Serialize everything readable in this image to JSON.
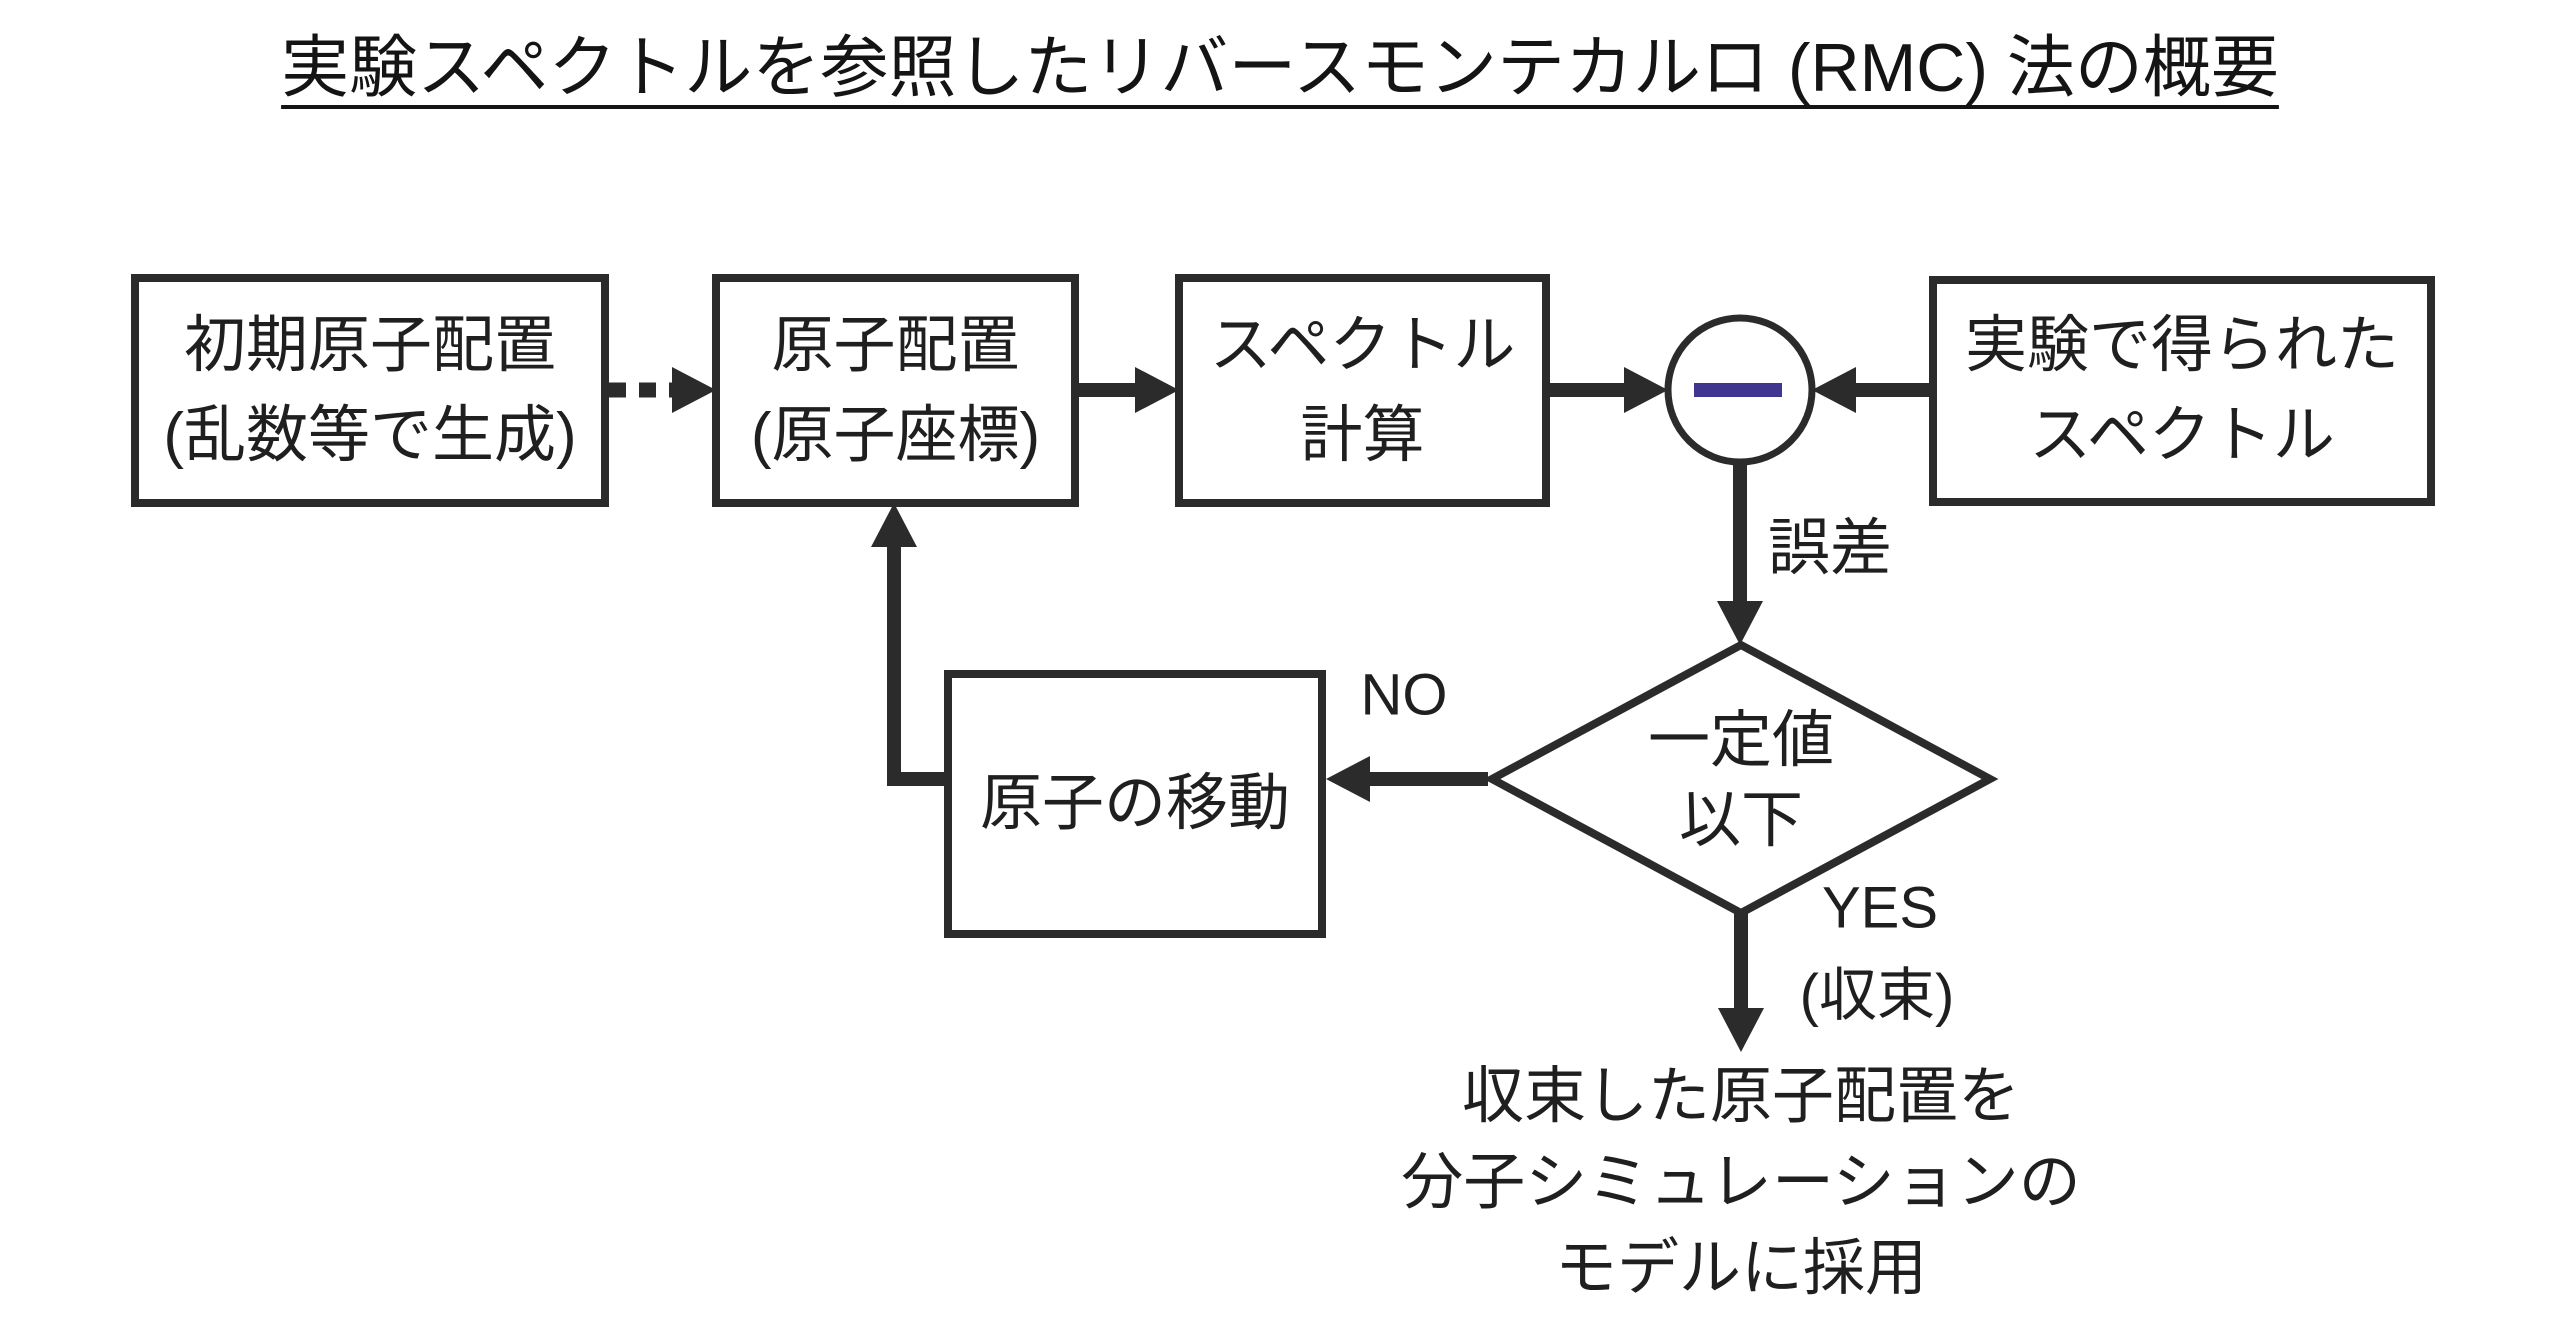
{
  "title": "実験スペクトルを参照したリバースモンテカルロ (RMC) 法の概要",
  "colors": {
    "stroke": "#2b2b2b",
    "text": "#1f1f1f",
    "minus_accent": "#40368f",
    "background": "#ffffff"
  },
  "nodes": {
    "initial_config": {
      "line1": "初期原子配置",
      "line2": "(乱数等で生成)"
    },
    "atomic_config": {
      "line1": "原子配置",
      "line2": "(原子座標)"
    },
    "spectrum_calc": {
      "line1": "スペクトル",
      "line2": "計算"
    },
    "subtract": {
      "icon": "minus-icon"
    },
    "experimental_spectrum": {
      "line1": "実験で得られた",
      "line2": "スペクトル"
    },
    "decision": {
      "line1": "一定値",
      "line2": "以下"
    },
    "move_atoms": {
      "label": "原子の移動"
    }
  },
  "labels": {
    "error": "誤差",
    "no": "NO",
    "yes": "YES",
    "converged": "(収束)"
  },
  "result_text": {
    "line1": "収束した原子配置を",
    "line2": "分子シミュレーションの",
    "line3": "モデルに採用"
  }
}
